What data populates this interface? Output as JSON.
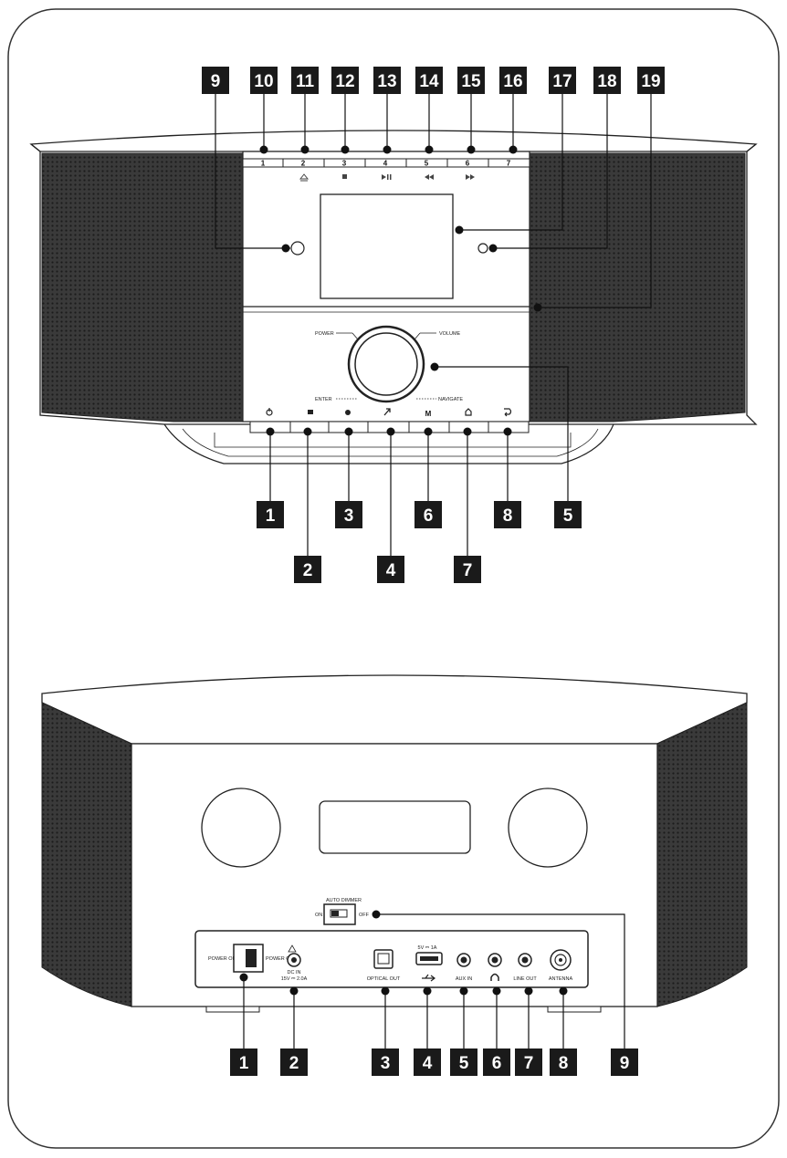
{
  "front": {
    "preset_keys": [
      "1",
      "2",
      "3",
      "4",
      "5",
      "6",
      "7"
    ],
    "knob_labels": {
      "power": "POWER",
      "volume": "VOLUME",
      "enter": "ENTER",
      "navigate": "NAVIGATE"
    },
    "m_key": "M",
    "callouts": [
      {
        "id": "top-9",
        "text": "9"
      },
      {
        "id": "top-10",
        "text": "10"
      },
      {
        "id": "top-11",
        "text": "11"
      },
      {
        "id": "top-12",
        "text": "12"
      },
      {
        "id": "top-13",
        "text": "13"
      },
      {
        "id": "top-14",
        "text": "14"
      },
      {
        "id": "top-15",
        "text": "15"
      },
      {
        "id": "top-16",
        "text": "16"
      },
      {
        "id": "top-17",
        "text": "17"
      },
      {
        "id": "top-18",
        "text": "18"
      },
      {
        "id": "top-19",
        "text": "19"
      },
      {
        "id": "bot-1",
        "text": "1"
      },
      {
        "id": "bot-2",
        "text": "2"
      },
      {
        "id": "bot-3",
        "text": "3"
      },
      {
        "id": "bot-4",
        "text": "4"
      },
      {
        "id": "bot-6",
        "text": "6"
      },
      {
        "id": "bot-7",
        "text": "7"
      },
      {
        "id": "bot-8",
        "text": "8"
      },
      {
        "id": "bot-5",
        "text": "5"
      }
    ]
  },
  "back": {
    "labels": {
      "auto_dimmer": "AUTO DIMMER",
      "on": "ON",
      "off": "OFF",
      "power_on": "POWER ON",
      "power_off": "POWER OFF",
      "dc_in": "DC IN",
      "dc_rating": "15V ⎓ 2.0A",
      "usb_rating": "5V ⎓ 1A",
      "optical_out": "OPTICAL OUT",
      "aux_in": "AUX IN",
      "line_out": "LINE OUT",
      "antenna": "ANTENNA"
    },
    "callouts": [
      {
        "id": "r-1",
        "text": "1"
      },
      {
        "id": "r-2",
        "text": "2"
      },
      {
        "id": "r-3",
        "text": "3"
      },
      {
        "id": "r-4",
        "text": "4"
      },
      {
        "id": "r-5",
        "text": "5"
      },
      {
        "id": "r-6",
        "text": "6"
      },
      {
        "id": "r-7",
        "text": "7"
      },
      {
        "id": "r-8",
        "text": "8"
      },
      {
        "id": "r-9",
        "text": "9"
      }
    ]
  }
}
